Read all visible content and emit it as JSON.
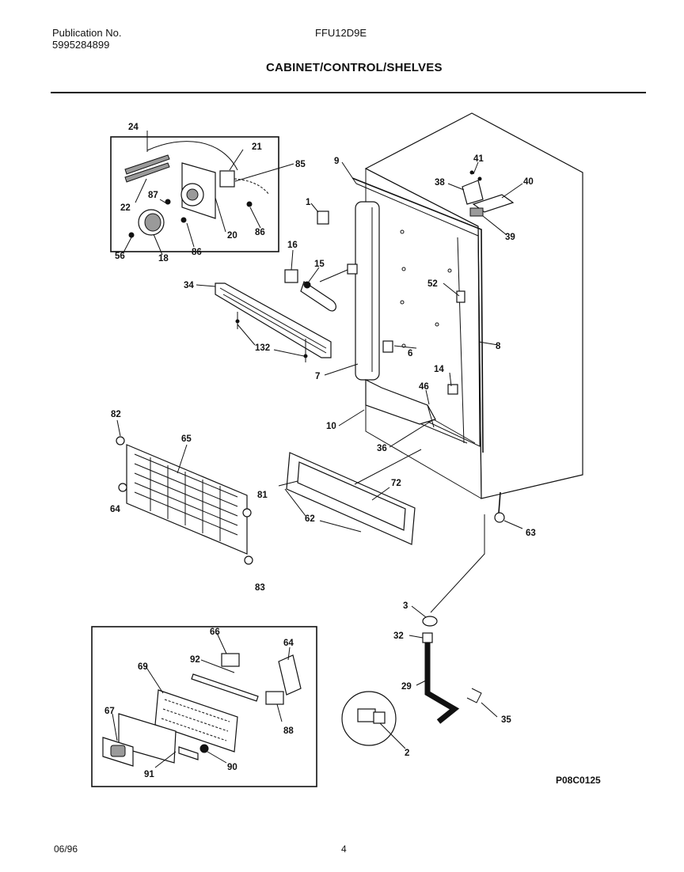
{
  "header": {
    "publication_label": "Publication No.",
    "publication_number": "5995284899",
    "model": "FFU12D9E",
    "section_title": "CABINET/CONTROL/SHELVES"
  },
  "diagram": {
    "callouts": {
      "p24": "24",
      "p21": "21",
      "p85": "85",
      "p22": "22",
      "p87": "87",
      "p20": "20",
      "p86a": "86",
      "p56": "56",
      "p18": "18",
      "p86b": "86",
      "p9": "9",
      "p1": "1",
      "p41": "41",
      "p38": "38",
      "p40": "40",
      "p39": "39",
      "p16": "16",
      "p15": "15",
      "p52": "52",
      "p34": "34",
      "p132": "132",
      "p6": "6",
      "p8": "8",
      "p7": "7",
      "p14": "14",
      "p46": "46",
      "p10": "10",
      "p36": "36",
      "p82": "82",
      "p65": "65",
      "p72": "72",
      "p64": "64",
      "p81": "81",
      "p62": "62",
      "p63a": "63",
      "p83": "83",
      "p3": "3",
      "p32": "32",
      "p66": "66",
      "p64b": "64",
      "p92": "92",
      "p69": "69",
      "p29": "29",
      "p67": "67",
      "p88": "88",
      "p35": "35",
      "p2": "2",
      "p90": "90",
      "p91": "91"
    },
    "drawing_code": "P08C0125"
  },
  "footer": {
    "date": "06/96",
    "page": "4"
  }
}
